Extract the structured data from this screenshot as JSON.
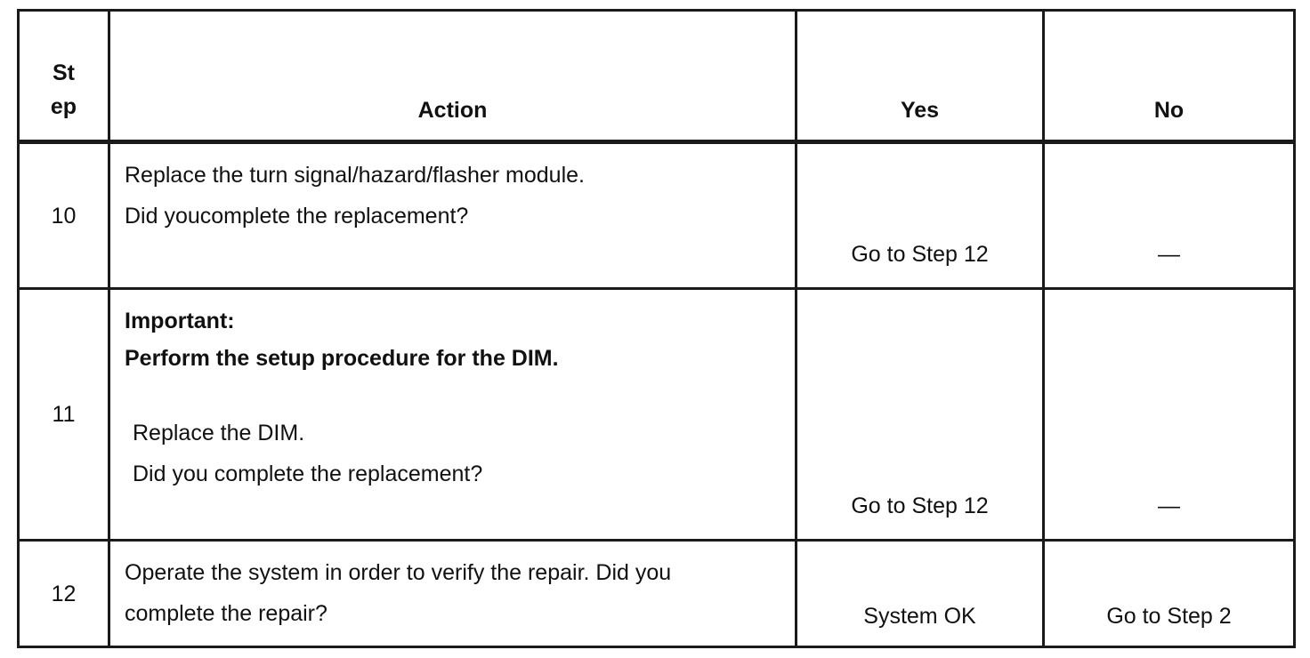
{
  "table": {
    "headers": {
      "step_line1": "St",
      "step_line2": "ep",
      "action": "Action",
      "yes": "Yes",
      "no": "No"
    },
    "rows": [
      {
        "step": "10",
        "action": {
          "line1": "Replace the turn signal/hazard/flasher module.",
          "line2": "Did youcomplete the replacement?"
        },
        "yes": "Go to Step 12",
        "no": "—"
      },
      {
        "step": "11",
        "action": {
          "important_label": "Important:",
          "important_text": "Perform the setup procedure for the DIM.",
          "line1": "Replace the DIM.",
          "line2": "Did you complete the replacement?"
        },
        "yes": "Go to Step 12",
        "no": "—"
      },
      {
        "step": "12",
        "action": {
          "line1": "Operate the system in order to verify the repair. Did you",
          "line2": "complete the repair?"
        },
        "yes": "System OK",
        "no": "Go to Step 2"
      }
    ]
  }
}
